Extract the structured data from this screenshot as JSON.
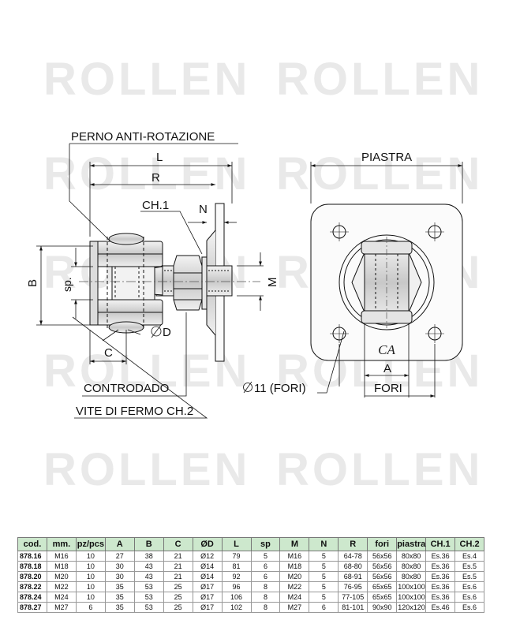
{
  "watermark": "ROLLEN",
  "labels": {
    "perno": "PERNO ANTI-ROTAZIONE",
    "L": "L",
    "R": "R",
    "ch1": "CH.1",
    "N": "N",
    "B": "B",
    "sp": "sp.",
    "M": "M",
    "D": "D",
    "C": "C",
    "controdado": "CONTRODADO",
    "vite": "VITE DI FERMO CH.2",
    "piastra": "PIASTRA",
    "A": "A",
    "fori": "FORI",
    "fori_dia": "11 (FORI)",
    "logo": "CA"
  },
  "table": {
    "headers": [
      "cod.",
      "mm.",
      "pz/pcs",
      "A",
      "B",
      "C",
      "ØD",
      "L",
      "sp",
      "M",
      "N",
      "R",
      "fori",
      "piastra",
      "CH.1",
      "CH.2"
    ],
    "rows": [
      [
        "878.16",
        "M16",
        "10",
        "27",
        "38",
        "21",
        "Ø12",
        "79",
        "5",
        "M16",
        "5",
        "64-78",
        "56x56",
        "80x80",
        "Es.36",
        "Es.4"
      ],
      [
        "878.18",
        "M18",
        "10",
        "30",
        "43",
        "21",
        "Ø14",
        "81",
        "6",
        "M18",
        "5",
        "68-80",
        "56x56",
        "80x80",
        "Es.36",
        "Es.5"
      ],
      [
        "878.20",
        "M20",
        "10",
        "30",
        "43",
        "21",
        "Ø14",
        "92",
        "6",
        "M20",
        "5",
        "68-91",
        "56x56",
        "80x80",
        "Es.36",
        "Es.5"
      ],
      [
        "878.22",
        "M22",
        "10",
        "35",
        "53",
        "25",
        "Ø17",
        "96",
        "8",
        "M22",
        "5",
        "76-95",
        "65x65",
        "100x100",
        "Es.36",
        "Es.6"
      ],
      [
        "878.24",
        "M24",
        "10",
        "35",
        "53",
        "25",
        "Ø17",
        "106",
        "8",
        "M24",
        "5",
        "77-105",
        "65x65",
        "100x100",
        "Es.36",
        "Es.6"
      ],
      [
        "878.27",
        "M27",
        "6",
        "35",
        "53",
        "25",
        "Ø17",
        "102",
        "8",
        "M27",
        "6",
        "81-101",
        "90x90",
        "120x120",
        "Es.46",
        "Es.6"
      ]
    ]
  }
}
